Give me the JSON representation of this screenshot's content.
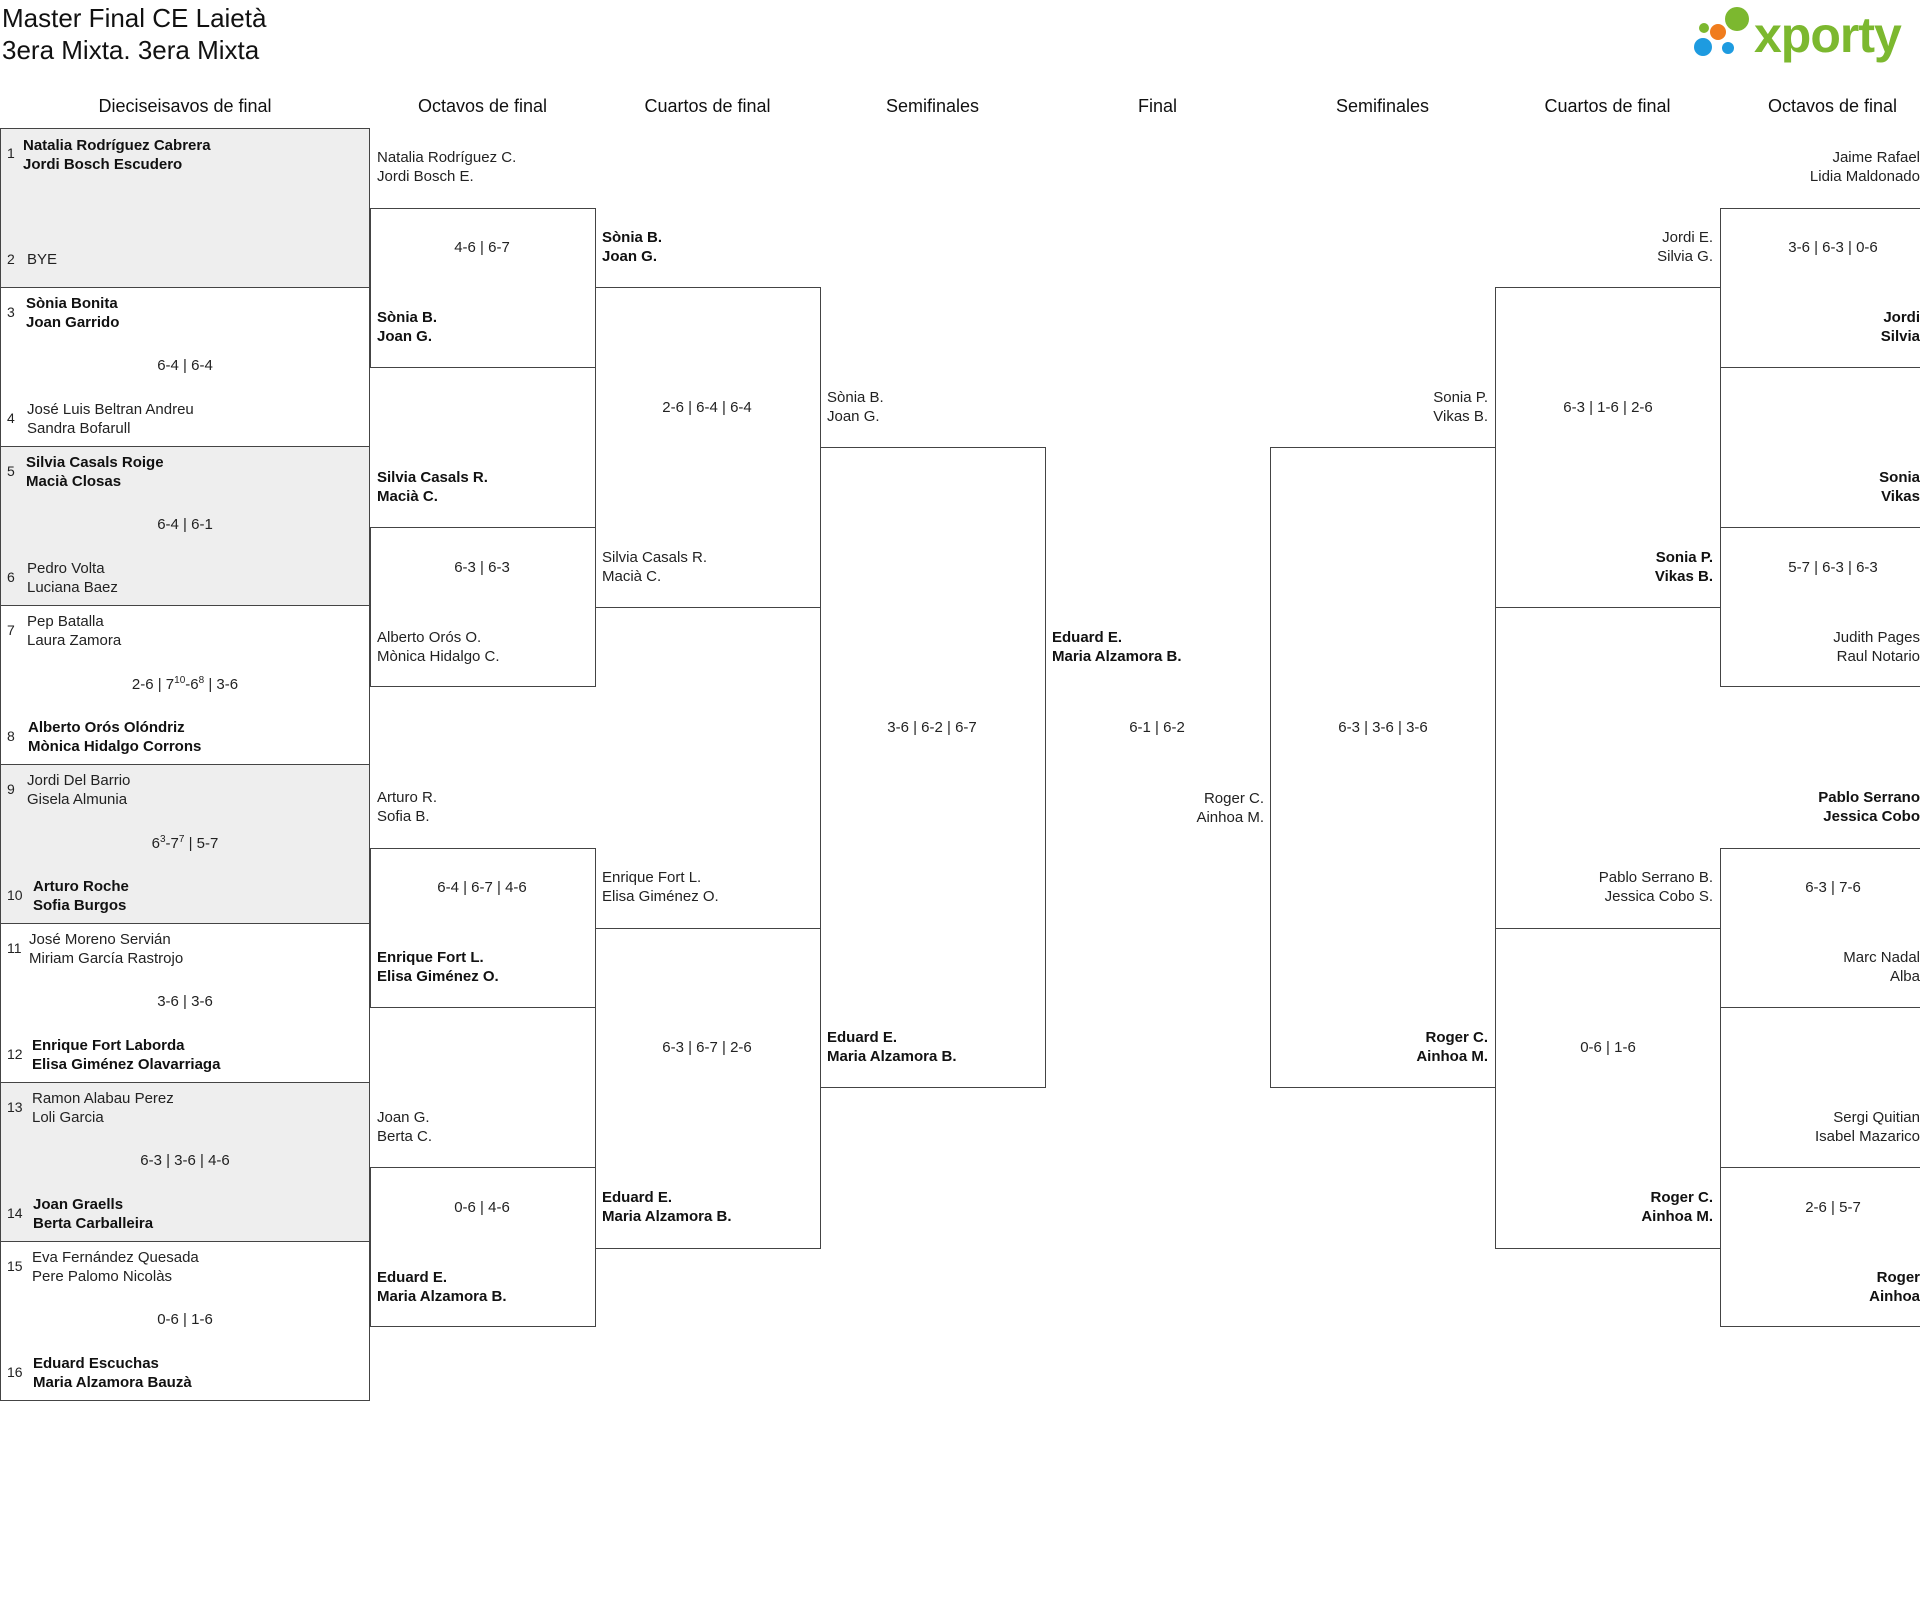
{
  "header": {
    "title": "Master Final CE Laietà",
    "subtitle": "3era Mixta. 3era Mixta",
    "logo_text": "xporty"
  },
  "colors": {
    "accent": "#7cb82f",
    "dot_blue": "#1e9be0",
    "dot_orange": "#f07c1d",
    "dot_green": "#7cb82f"
  },
  "rounds": {
    "r32": "Dieciseisavos de final",
    "r16": "Octavos de final",
    "qf": "Cuartos de final",
    "sf": "Semifinales",
    "final": "Final",
    "sf_right": "Semifinales",
    "qf_right": "Cuartos de final",
    "r16_right": "Octavos de final"
  },
  "r32": [
    {
      "seed": "1",
      "p1": "Natalia Rodríguez Cabrera",
      "p2": "Jordi Bosch Escudero"
    },
    {
      "seed": "2",
      "p1": "BYE"
    },
    {
      "seed": "3",
      "p1": "Sònia Bonita",
      "p2": "Joan Garrido"
    },
    {
      "seed": "4",
      "p1": "José Luis Beltran Andreu",
      "p2": "Sandra Bofarull"
    },
    {
      "seed": "5",
      "p1": "Silvia Casals Roige",
      "p2": "Macià Closas"
    },
    {
      "seed": "6",
      "p1": "Pedro Volta",
      "p2": "Luciana Baez"
    },
    {
      "seed": "7",
      "p1": "Pep Batalla",
      "p2": "Laura Zamora"
    },
    {
      "seed": "8",
      "p1": "Alberto Orós Olóndriz",
      "p2": "Mònica Hidalgo Corrons"
    },
    {
      "seed": "9",
      "p1": "Jordi Del Barrio",
      "p2": "Gisela Almunia"
    },
    {
      "seed": "10",
      "p1": "Arturo Roche",
      "p2": "Sofia Burgos"
    },
    {
      "seed": "11",
      "p1": "José Moreno Servián",
      "p2": "Miriam García Rastrojo"
    },
    {
      "seed": "12",
      "p1": "Enrique Fort Laborda",
      "p2": "Elisa Giménez Olavarriaga"
    },
    {
      "seed": "13",
      "p1": "Ramon Alabau Perez",
      "p2": "Loli Garcia"
    },
    {
      "seed": "14",
      "p1": "Joan Graells",
      "p2": "Berta Carballeira"
    },
    {
      "seed": "15",
      "p1": "Eva Fernández Quesada",
      "p2": "Pere Palomo Nicolàs"
    },
    {
      "seed": "16",
      "p1": "Eduard Escuchas",
      "p2": "Maria Alzamora Bauzà"
    }
  ],
  "r32_scores": {
    "m2": "6-4 | 6-4",
    "m3": "6-4 | 6-1",
    "m4_a": "2-6 | 7",
    "m4_b": "10",
    "m4_c": "-6",
    "m4_d": "8",
    "m4_e": " | 3-6",
    "m5_a": "6",
    "m5_b": "3",
    "m5_c": "-7",
    "m5_d": "7",
    "m5_e": " | 5-7",
    "m6": "3-6 | 3-6",
    "m7": "6-3 | 3-6 | 4-6",
    "m8": "0-6 | 1-6"
  },
  "r16": {
    "s1_p1": "Natalia Rodríguez C.",
    "s1_p2": "Jordi Bosch E.",
    "s2_p1": "Sònia B.",
    "s2_p2": "Joan G.",
    "s3_p1": "Silvia Casals R.",
    "s3_p2": "Macià C.",
    "s4_p1": "Alberto Orós O.",
    "s4_p2": "Mònica Hidalgo C.",
    "s5_p1": "Arturo R.",
    "s5_p2": "Sofia B.",
    "s6_p1": "Enrique Fort L.",
    "s6_p2": "Elisa Giménez O.",
    "s7_p1": "Joan G.",
    "s7_p2": "Berta C.",
    "s8_p1": "Eduard E.",
    "s8_p2": "Maria Alzamora B.",
    "score1": "4-6 | 6-7",
    "score2": "6-3 | 6-3",
    "score3": "6-4 | 6-7 | 4-6",
    "score4": "0-6 | 4-6"
  },
  "qf": {
    "s1_p1": "Sònia B.",
    "s1_p2": "Joan G.",
    "s2_p1": "Silvia Casals R.",
    "s2_p2": "Macià C.",
    "s3_p1": "Enrique Fort L.",
    "s3_p2": "Elisa Giménez O.",
    "s4_p1": "Eduard E.",
    "s4_p2": "Maria Alzamora B.",
    "score1": "2-6 | 6-4 | 6-4",
    "score2": "6-3 | 6-7 | 2-6"
  },
  "sf": {
    "s1_p1": "Sònia B.",
    "s1_p2": "Joan G.",
    "s2_p1": "Eduard E.",
    "s2_p2": "Maria Alzamora B.",
    "score": "3-6 | 6-2 | 6-7"
  },
  "final": {
    "left_p1": "Eduard E.",
    "left_p2": "Maria Alzamora B.",
    "right_p1": "Roger C.",
    "right_p2": "Ainhoa M.",
    "score": "6-1 | 6-2"
  },
  "sf_right": {
    "score": "6-3 | 3-6 | 3-6"
  },
  "qf_right": {
    "s1_p1": "Sonia P.",
    "s1_p2": "Vikas B.",
    "s2_p1": "Roger C.",
    "s2_p2": "Ainhoa M.",
    "score1": "6-3 | 1-6 | 2-6",
    "score2": "0-6 | 1-6"
  },
  "r16_right": {
    "s1_p1": "Jordi E.",
    "s1_p2": "Silvia G.",
    "s2_p1": "Sonia P.",
    "s2_p2": "Vikas B.",
    "s3_p1": "Pablo Serrano B.",
    "s3_p2": "Jessica Cobo S.",
    "s4_p1": "Roger C.",
    "s4_p2": "Ainhoa M."
  },
  "r32_right": {
    "a1": "Jaime Rafael",
    "a2": "Lidia Maldonado",
    "score1": "3-6 | 6-3 | 0-6",
    "b1": "Jordi",
    "b2": "Silvia",
    "c1": "Sonia",
    "c2": "Vikas",
    "score2": "5-7 | 6-3 | 6-3",
    "d1": "Judith Pages",
    "d2": "Raul Notario",
    "e1": "Pablo Serrano",
    "e2": "Jessica Cobo",
    "score3": "6-3 | 7-6",
    "f1": "Marc Nadal",
    "f2": "Alba",
    "g1": "Sergi Quitian",
    "g2": "Isabel Mazarico",
    "score4": "2-6 | 5-7",
    "h1": "Roger",
    "h2": "Ainhoa"
  }
}
